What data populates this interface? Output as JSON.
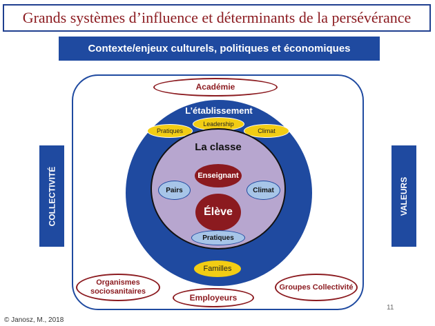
{
  "title": "Grands systèmes d’influence et déterminants de la persévérance",
  "context_banner": "Contexte/enjeux culturels, politiques et économiques",
  "outer_nodes": {
    "academie": "Académie",
    "organismes": "Organismes sociosanitaires",
    "employeurs": "Employeurs",
    "groupes": "Groupes Collectivité"
  },
  "side_labels": {
    "left": "COLLECTIVITÉ",
    "right": "VALEURS"
  },
  "etablissement": {
    "label": "L’établissement",
    "items": [
      "Pratiques",
      "Leadership",
      "Climat"
    ],
    "familles": "Familles"
  },
  "classe": {
    "label": "La classe",
    "enseignant": "Enseignant",
    "eleve": "Élève",
    "pairs": "Pairs",
    "climat": "Climat",
    "pratiques": "Pratiques"
  },
  "footer": {
    "copyright": "© Janosz, M., 2018",
    "page_number": "11"
  },
  "colors": {
    "navy": "#1f4aa0",
    "maroon": "#8b1a1f",
    "yellow": "#f2cd14",
    "lavender": "#b7a6cf",
    "light_blue": "#a7c5e8"
  }
}
